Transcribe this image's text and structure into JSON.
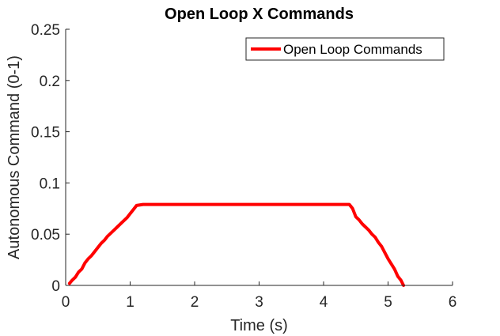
{
  "chart_data": {
    "type": "line",
    "title": "Open Loop X Commands",
    "xlabel": "Time (s)",
    "ylabel": "Autonomous Command (0-1)",
    "xlim": [
      0,
      6
    ],
    "ylim": [
      0,
      0.25
    ],
    "xticks": [
      0,
      1,
      2,
      3,
      4,
      5,
      6
    ],
    "yticks": [
      0,
      0.05,
      0.1,
      0.15,
      0.2,
      0.25
    ],
    "xtick_labels": [
      "0",
      "1",
      "2",
      "3",
      "4",
      "5",
      "6"
    ],
    "ytick_labels": [
      "0",
      "0.05",
      "0.1",
      "0.15",
      "0.2",
      "0.25"
    ],
    "grid": false,
    "legend_position": "top-right",
    "series": [
      {
        "name": "Open Loop Commands",
        "color": "#ff0000",
        "x": [
          0.06,
          0.1,
          0.15,
          0.2,
          0.25,
          0.3,
          0.35,
          0.4,
          0.45,
          0.5,
          0.55,
          0.6,
          0.65,
          0.7,
          0.75,
          0.8,
          0.85,
          0.9,
          0.95,
          1.0,
          1.05,
          1.1,
          1.2,
          1.5,
          2.0,
          2.5,
          3.0,
          3.5,
          4.0,
          4.4,
          4.45,
          4.5,
          4.55,
          4.6,
          4.65,
          4.7,
          4.75,
          4.8,
          4.85,
          4.9,
          4.95,
          5.0,
          5.05,
          5.1,
          5.15,
          5.2,
          5.24
        ],
        "y": [
          0.002,
          0.005,
          0.008,
          0.013,
          0.016,
          0.022,
          0.026,
          0.029,
          0.033,
          0.037,
          0.041,
          0.044,
          0.048,
          0.051,
          0.054,
          0.057,
          0.06,
          0.063,
          0.066,
          0.07,
          0.074,
          0.078,
          0.079,
          0.079,
          0.079,
          0.079,
          0.079,
          0.079,
          0.079,
          0.079,
          0.075,
          0.067,
          0.064,
          0.06,
          0.057,
          0.054,
          0.05,
          0.047,
          0.042,
          0.038,
          0.032,
          0.026,
          0.021,
          0.016,
          0.009,
          0.005,
          0.0
        ]
      }
    ]
  }
}
